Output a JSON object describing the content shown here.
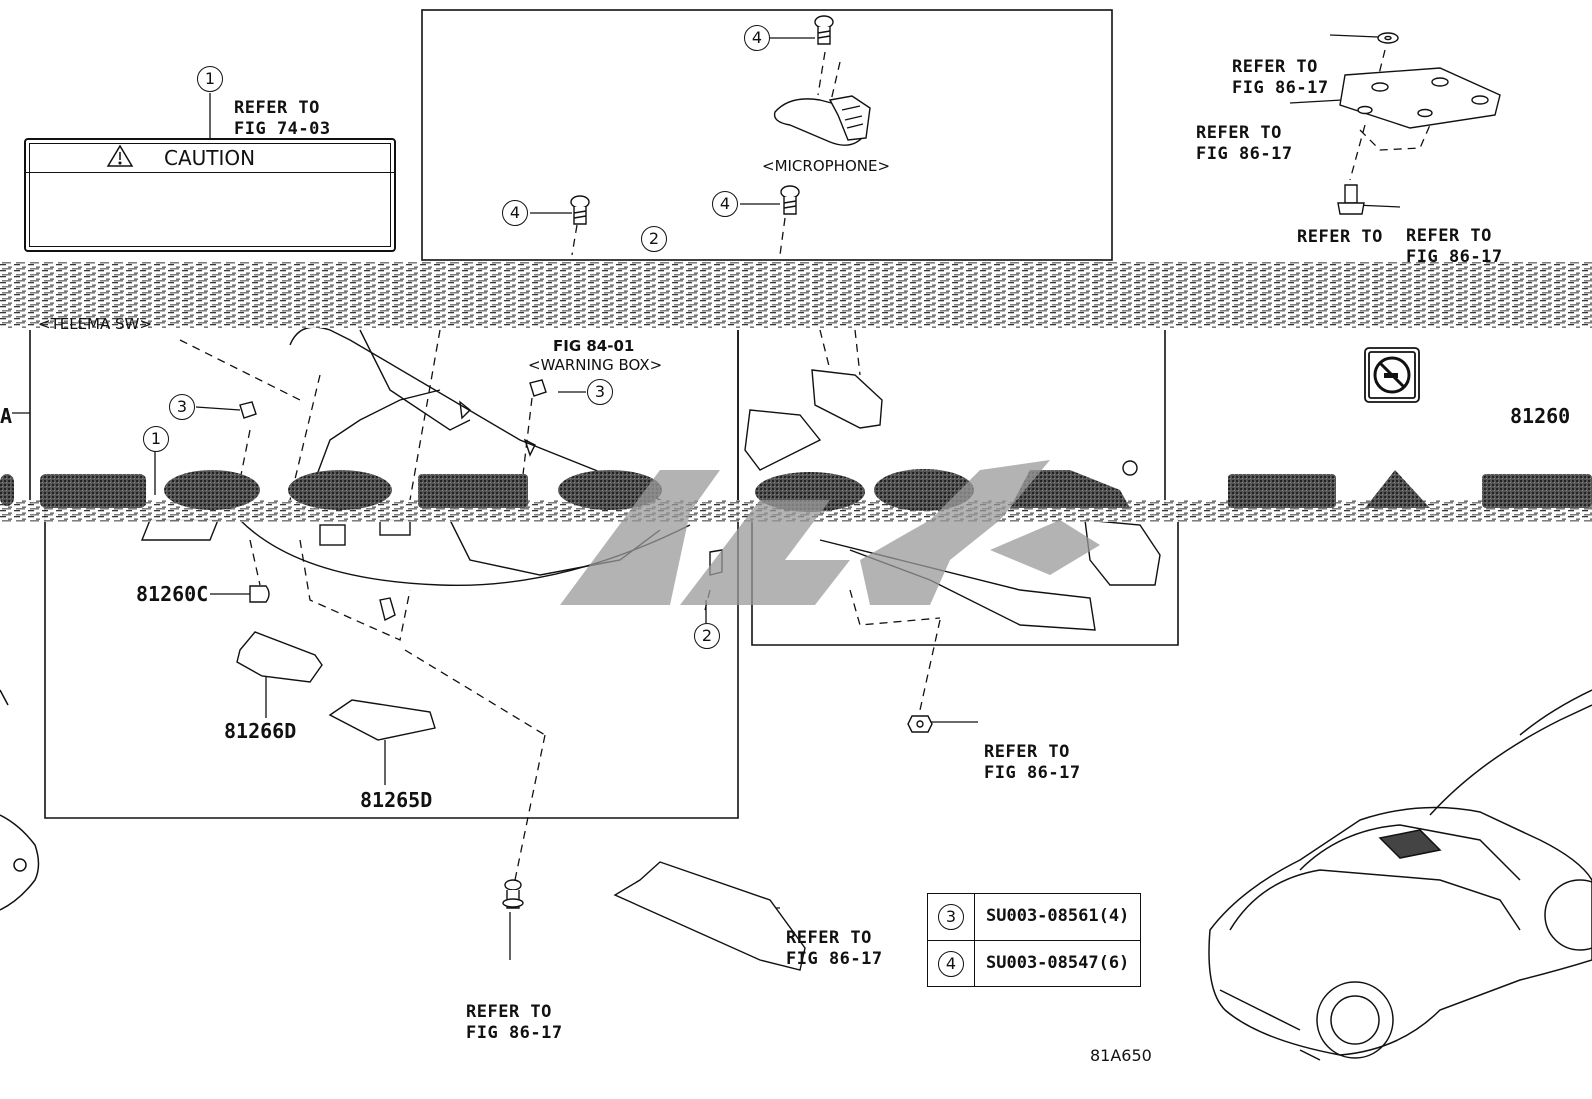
{
  "labels": {
    "refer_74_03": [
      "REFER TO",
      "FIG 74-03"
    ],
    "caution": "CAUTION",
    "microphone": "<MICROPHONE>",
    "telema_sw": "<TELEMA SW>",
    "fig_84_01": "FIG 84-01",
    "warning_box": "<WARNING BOX>",
    "refer_top_1": [
      "REFER TO",
      "FIG 86-17"
    ],
    "refer_top_2": [
      "REFER TO",
      "FIG 86-17"
    ],
    "refer_top_3": [
      "REFER TO",
      "FIG 86-17"
    ],
    "refer_top_4": "REFER TO",
    "refer_center": [
      "REFER TO",
      "FIG 86-17"
    ],
    "refer_bottom_left": [
      "REFER TO",
      "FIG 86-17"
    ],
    "refer_bottom_mid": [
      "REFER TO",
      "FIG 86-17"
    ],
    "part_81260c": "81260C",
    "part_81266d": "81266D",
    "part_81265d": "81265D",
    "part_81260_right": "81260",
    "edge_a": "A",
    "diagram_code": "81A650"
  },
  "callouts": {
    "c1": "1",
    "c2": "2",
    "c3": "3",
    "c4": "4"
  },
  "legend_table": [
    {
      "num": "3",
      "part": "SU003-08561(4)"
    },
    {
      "num": "4",
      "part": "SU003-08547(6)"
    }
  ],
  "colors": {
    "line": "#111111",
    "noise": "#333333",
    "watermark": "#9a9a9a"
  },
  "icons": [
    "caution-triangle-icon",
    "screw-icon",
    "clip-icon",
    "no-smoking-icon",
    "car-silhouette-icon"
  ]
}
